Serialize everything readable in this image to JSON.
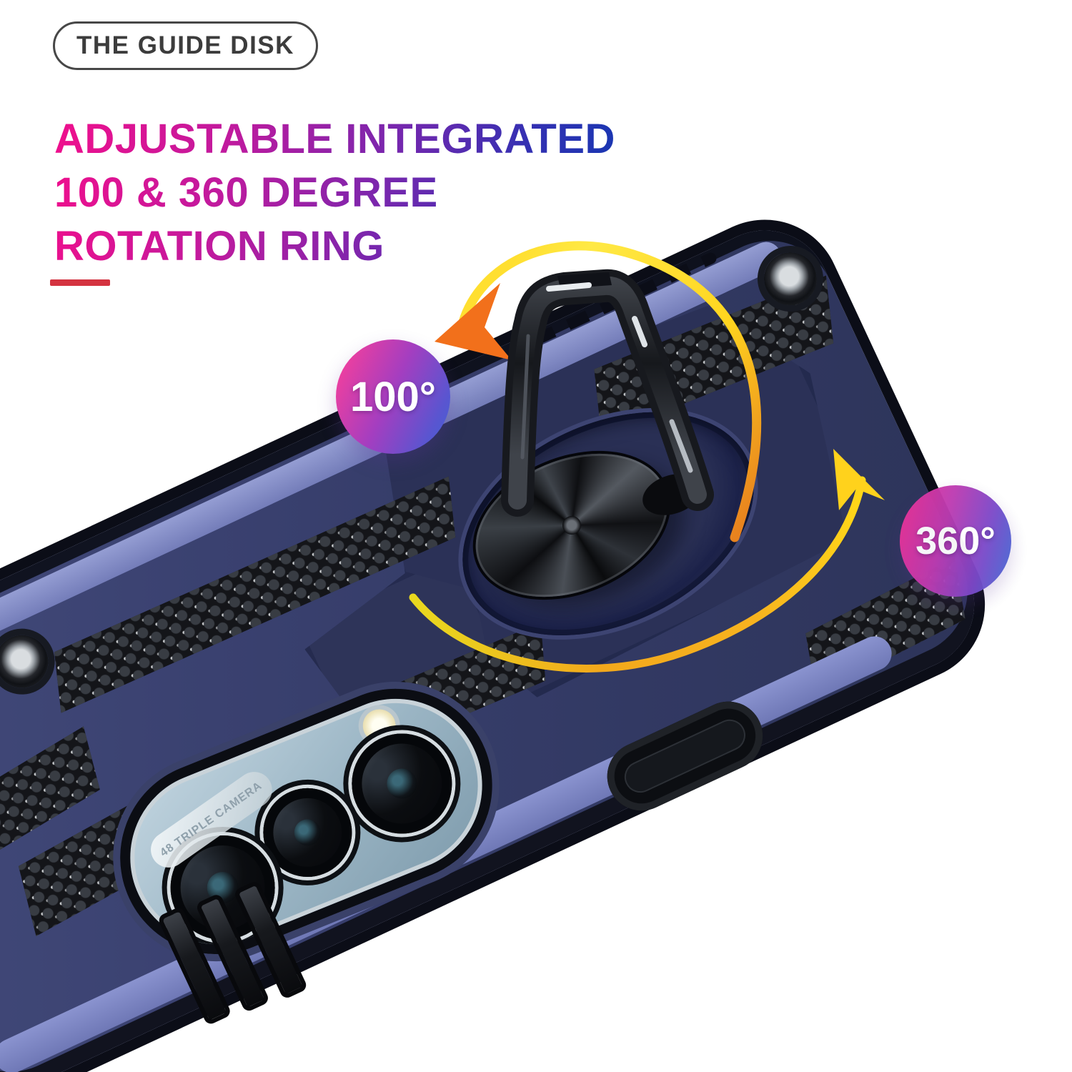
{
  "brand_pill": {
    "label": "THE GUIDE DISK"
  },
  "headline": {
    "line1": "ADJUSTABLE INTEGRATED",
    "line2": "100 & 360 DEGREE",
    "line3": "ROTATION RING",
    "gradient_start": "#f00f8c",
    "gradient_end": "#1138b2"
  },
  "accent_dash_color": "#d43340",
  "callouts": {
    "small_angle": "100°",
    "full_angle": "360°"
  },
  "camera": {
    "label": "48 TRIPLE CAMERA"
  },
  "product_colors": {
    "case_body": "#3a4170",
    "case_rail": "#8a93cf",
    "texture_black": "#141519",
    "ring_metal": "#17191e",
    "arrow_yellow": "#ffd51f",
    "arrow_orange": "#f2701b",
    "badge_pink": "#ee3f9f",
    "badge_blue": "#3f62d6"
  }
}
